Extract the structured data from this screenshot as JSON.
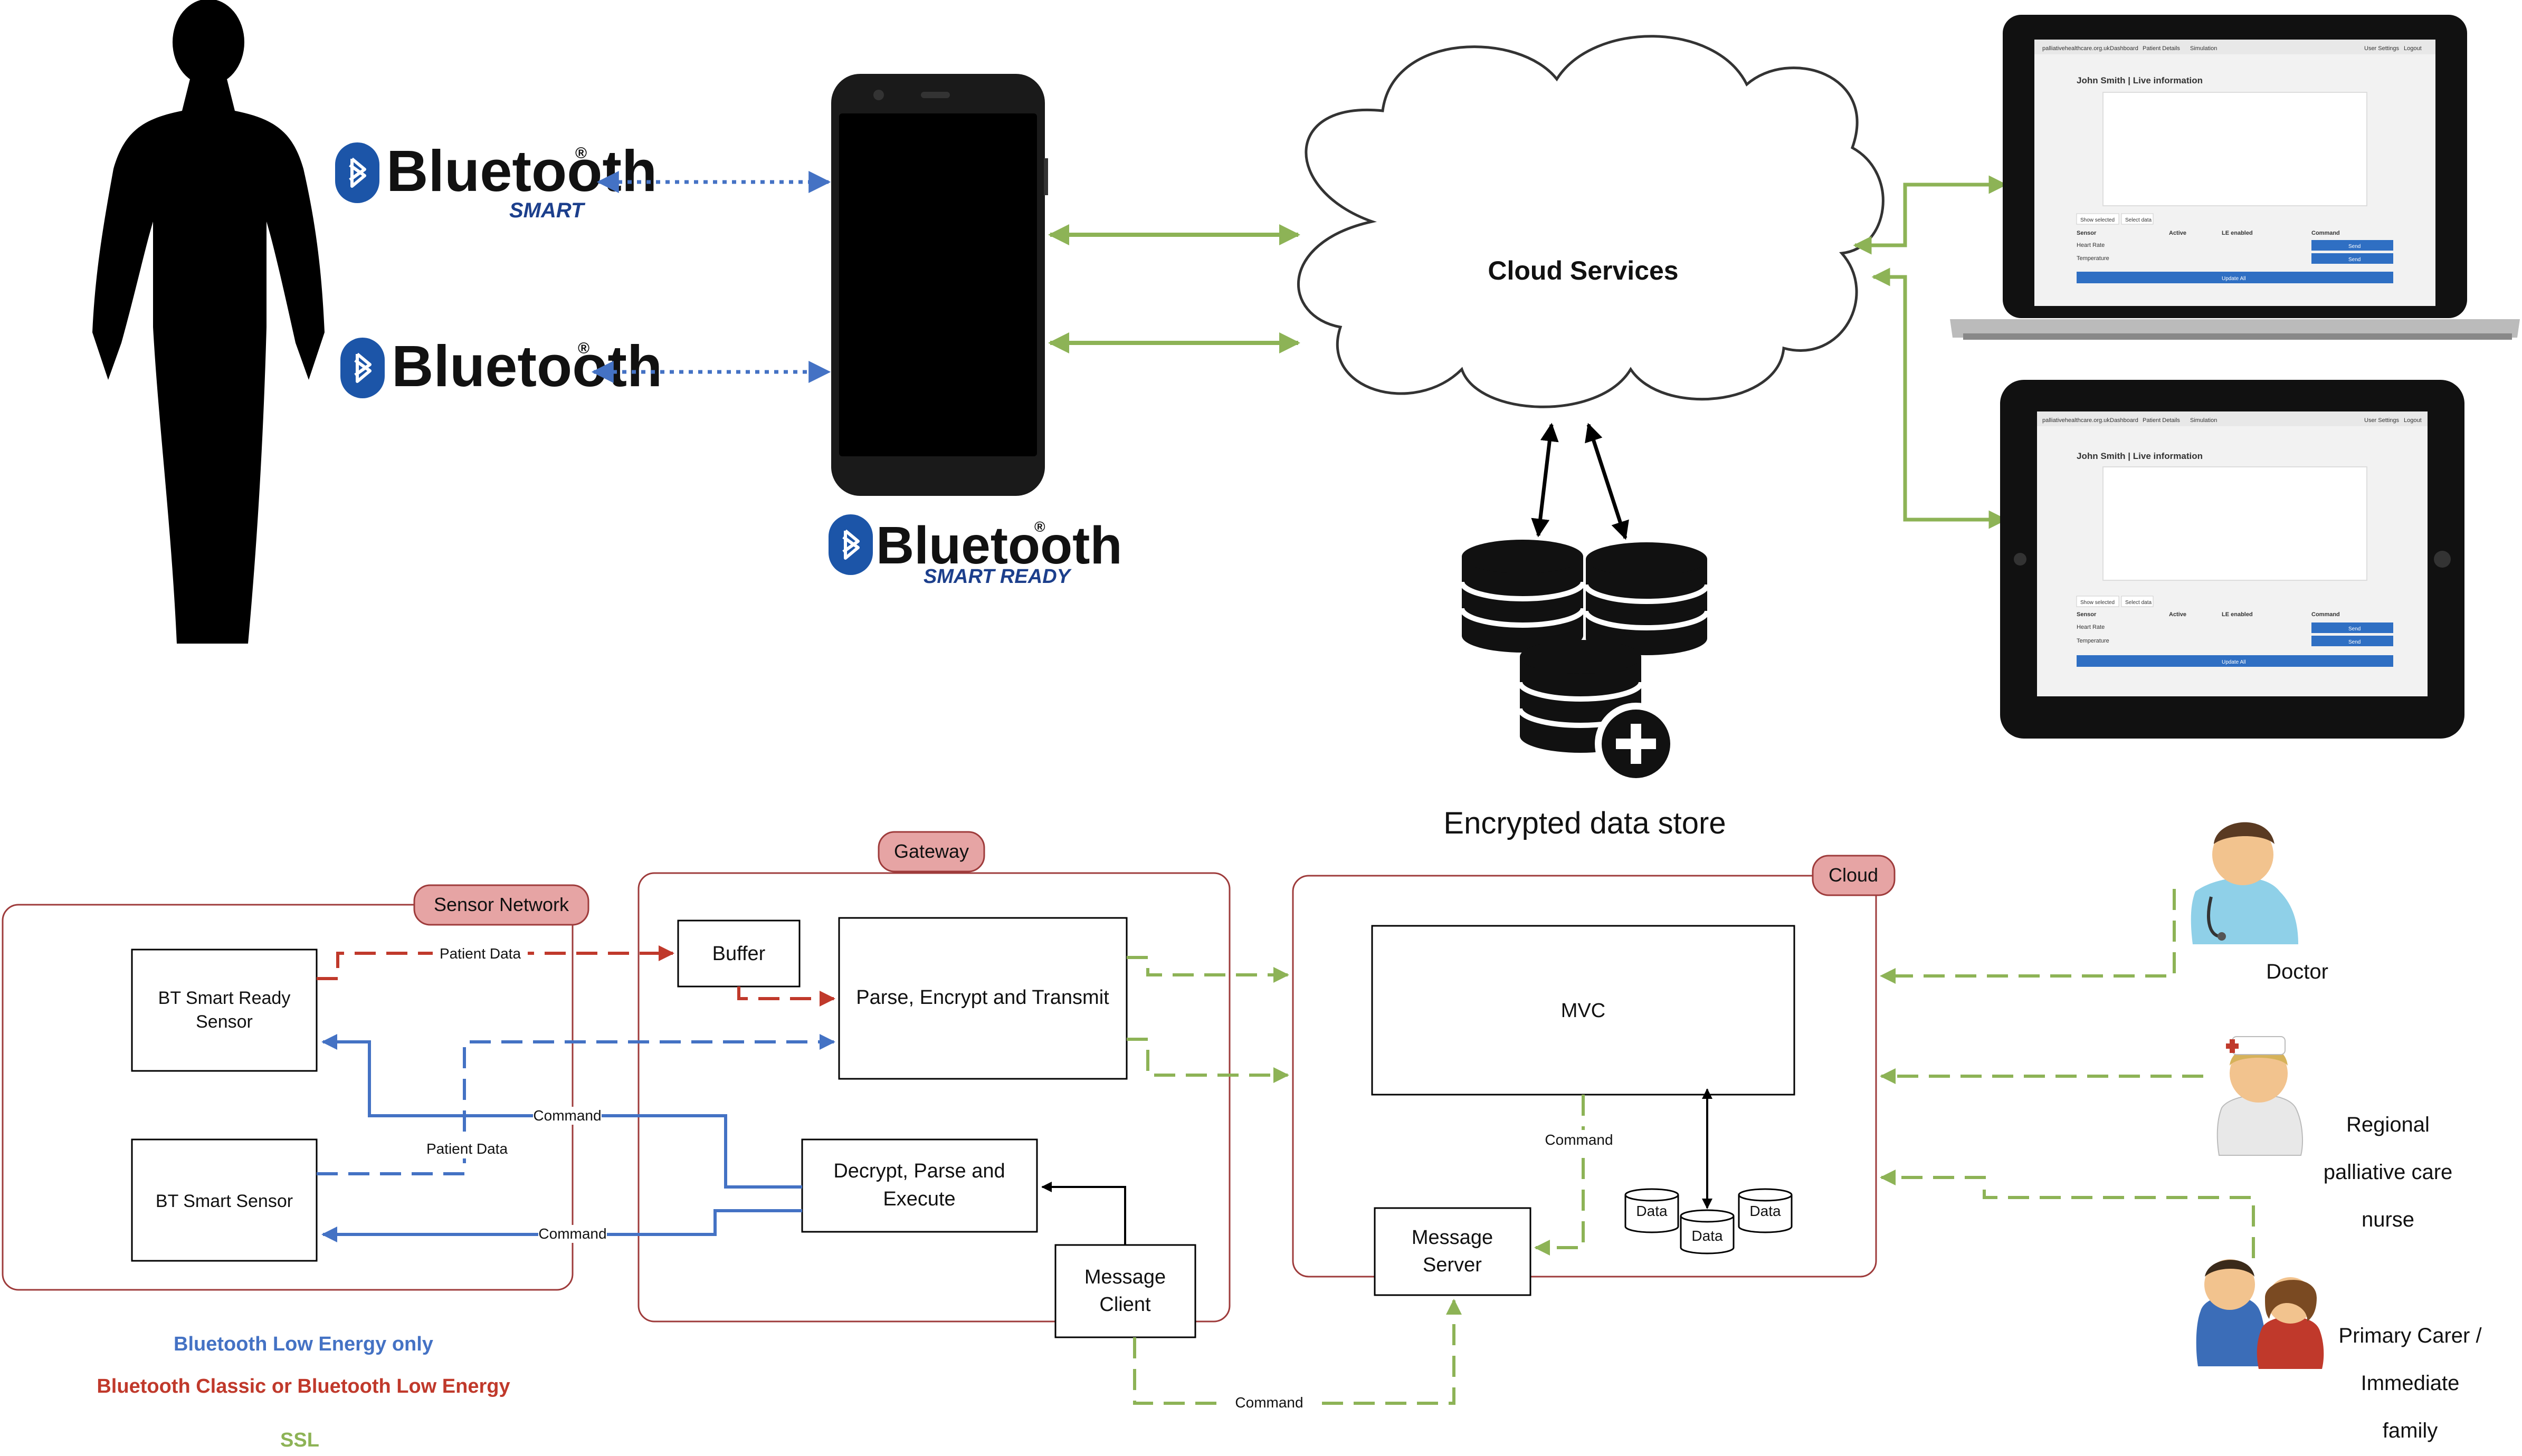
{
  "colors": {
    "blue": "#4472c4",
    "red": "#c0392b",
    "green": "#8db356",
    "group_border": "#9e3b3b",
    "group_tab": "#e6a4a4",
    "bluetooth_brand": "#1c55a8",
    "ui_button": "#2f6fc3"
  },
  "top": {
    "bluetooth_smart": {
      "word": "Bluetooth",
      "reg": "®",
      "sub": "SMART"
    },
    "bluetooth_classic": {
      "word": "Bluetooth",
      "reg": "®"
    },
    "bluetooth_smart_ready": {
      "word": "Bluetooth",
      "reg": "®",
      "sub": "SMART READY"
    },
    "cloud_label": "Cloud Services",
    "datastore_label": "Encrypted data store",
    "dashboard": {
      "nav_items": [
        "palliativehealthcare.org.uk",
        "Dashboard",
        "Patient Details",
        "Simulation"
      ],
      "nav_right": [
        "User Settings",
        "Logout"
      ],
      "title": "John Smith | Live information",
      "control_buttons": [
        "Show selected",
        "Select data"
      ],
      "columns": [
        "Sensor",
        "Active",
        "LE enabled",
        "Command"
      ],
      "rows": [
        {
          "sensor": "Heart Rate",
          "button": "Send"
        },
        {
          "sensor": "Temperature",
          "button": "Send"
        }
      ],
      "update_button": "Update All"
    }
  },
  "groups": {
    "sensor_network": "Sensor Network",
    "gateway": "Gateway",
    "cloud": "Cloud"
  },
  "boxes": {
    "bt_smart_ready_sensor": [
      "BT Smart Ready",
      "Sensor"
    ],
    "bt_smart_sensor": [
      "BT Smart Sensor"
    ],
    "buffer": [
      "Buffer"
    ],
    "parse_encrypt": [
      "Parse, Encrypt and Transmit"
    ],
    "decrypt_parse": [
      "Decrypt, Parse and",
      "Execute"
    ],
    "message_client": [
      "Message",
      "Client"
    ],
    "mvc": [
      "MVC"
    ],
    "message_server": [
      "Message",
      "Server"
    ],
    "data_stores": [
      "Data",
      "Data",
      "Data"
    ]
  },
  "edge_labels": {
    "patient_data_1": "Patient Data",
    "patient_data_2": "Patient Data",
    "command_1": "Command",
    "command_2": "Command",
    "command_mvc": "Command",
    "command_bottom": "Command"
  },
  "people": {
    "doctor": [
      "Doctor"
    ],
    "nurse": [
      "Regional",
      "palliative care",
      "nurse"
    ],
    "carer": [
      "Primary Carer /",
      "Immediate",
      "family"
    ]
  },
  "legend": {
    "ble_only": "Bluetooth Low Energy only",
    "classic_or_ble": "Bluetooth Classic or Bluetooth Low Energy",
    "ssl": "SSL"
  }
}
